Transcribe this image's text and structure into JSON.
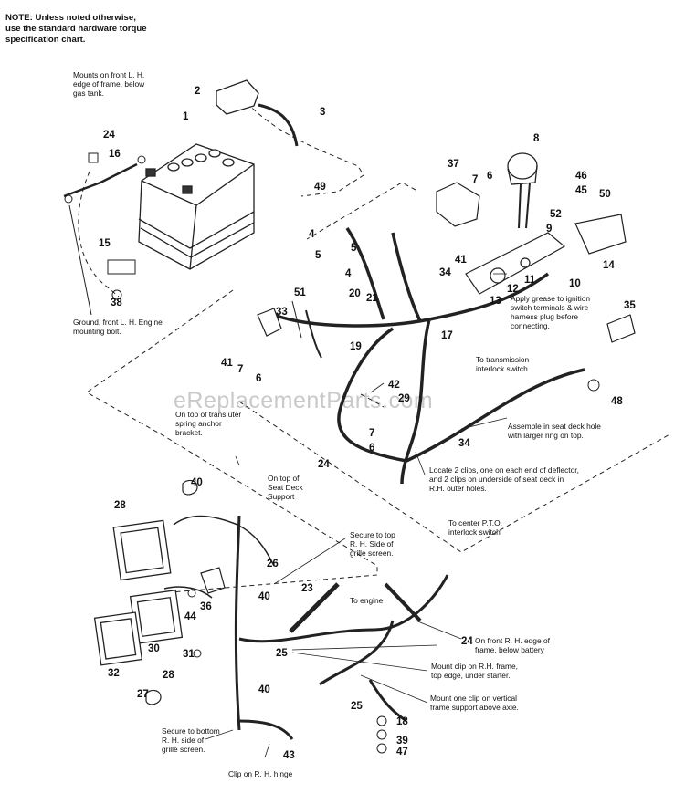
{
  "note": [
    "NOTE: Unless noted otherwise,",
    "use the standard hardware torque",
    "specification chart."
  ],
  "watermark": "eReplacementParts.com",
  "annotations": {
    "mounts_front": [
      "Mounts on front L. H.",
      "edge of frame, below",
      "gas tank."
    ],
    "ground": [
      "Ground, front L. H. Engine",
      "mounting bolt."
    ],
    "apply_grease": [
      "Apply grease to ignition",
      "switch terminals & wire",
      "harness plug before",
      "connecting."
    ],
    "to_transmission": [
      "To transmission",
      "interlock switch"
    ],
    "assemble": [
      "Assemble in seat deck hole",
      "with larger ring on top."
    ],
    "on_top_trans": [
      "On top of trans  uter",
      "spring anchor",
      "bracket."
    ],
    "locate_clips": [
      "Locate 2 clips, one on each end of deflector,",
      "and 2 clips on underside of seat deck in",
      "R.H. outer holes."
    ],
    "on_top_seat": [
      "On top of",
      "Seat Deck",
      "Support"
    ],
    "to_center_pto": [
      "To center P.T.O.",
      "interlock switch"
    ],
    "secure_top": [
      "Secure to top",
      "R. H. Side of",
      "grille screen."
    ],
    "to_engine": [
      "To engine"
    ],
    "on_front_rh": [
      "On front R. H. edge of",
      "frame, below battery"
    ],
    "mount_clip_rh": [
      "Mount clip on R.H. frame,",
      "top edge, under starter."
    ],
    "mount_one_clip": [
      "Mount one clip on vertical",
      "frame support above axle."
    ],
    "secure_bottom": [
      "Secure to bottom",
      "R. H. side of",
      "grille screen."
    ],
    "clip_rh_hinge": [
      "Clip on R. H. hinge"
    ]
  },
  "callouts": [
    "1",
    "2",
    "3",
    "4",
    "4",
    "5",
    "5",
    "6",
    "6",
    "6",
    "7",
    "7",
    "7",
    "8",
    "9",
    "10",
    "11",
    "12",
    "13",
    "14",
    "15",
    "16",
    "17",
    "18",
    "19",
    "20",
    "21",
    "23",
    "24",
    "24",
    "24",
    "25",
    "25",
    "26",
    "27",
    "28",
    "28",
    "29",
    "30",
    "31",
    "32",
    "33",
    "34",
    "34",
    "35",
    "36",
    "37",
    "38",
    "39",
    "40",
    "40",
    "40",
    "41",
    "41",
    "42",
    "43",
    "44",
    "45",
    "46",
    "47",
    "48",
    "49",
    "50",
    "51",
    "52"
  ]
}
